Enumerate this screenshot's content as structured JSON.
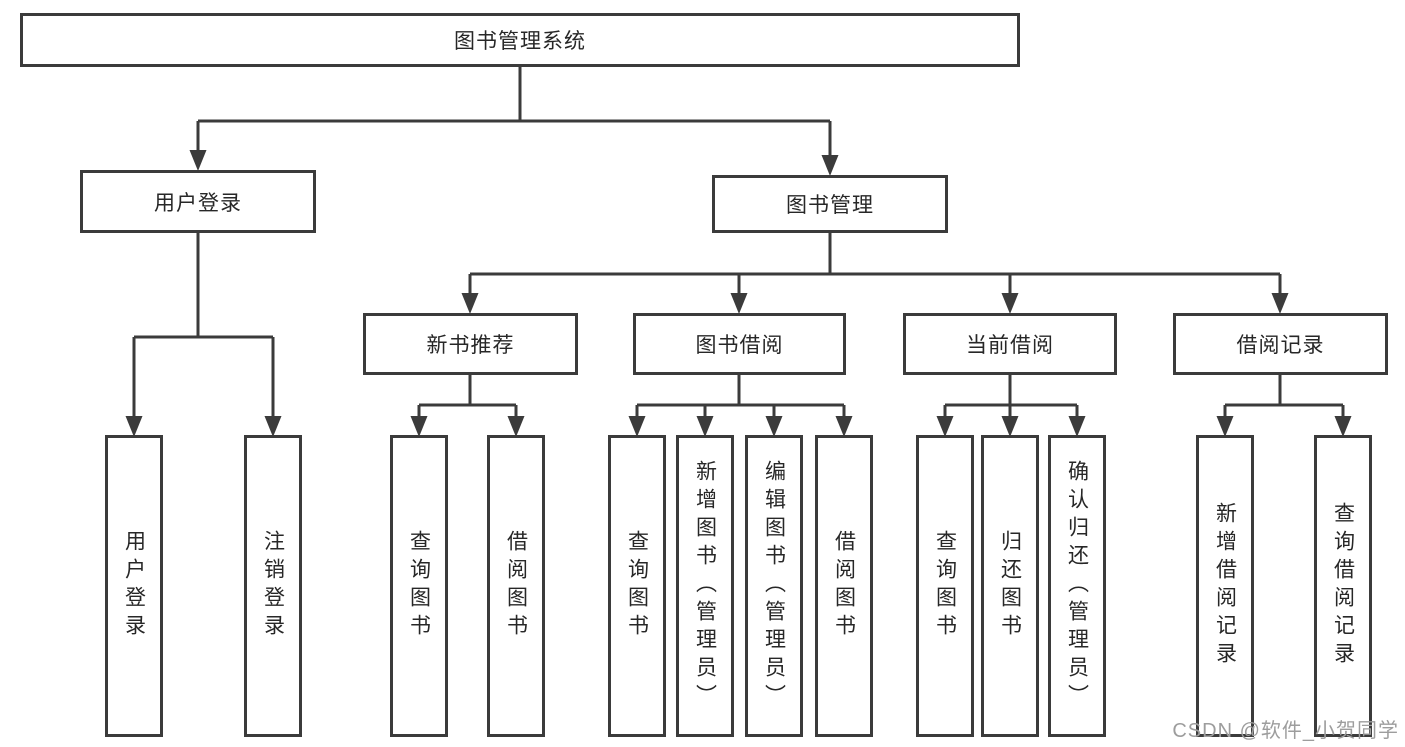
{
  "diagram": {
    "root": {
      "label": "图书管理系统"
    },
    "level2": [
      {
        "label": "用户登录"
      },
      {
        "label": "图书管理"
      }
    ],
    "level3": [
      {
        "label": "新书推荐"
      },
      {
        "label": "图书借阅"
      },
      {
        "label": "当前借阅"
      },
      {
        "label": "借阅记录"
      }
    ],
    "leaves": {
      "user_login": [
        "用户登录",
        "注销登录"
      ],
      "new_book_recommend": [
        "查询图书",
        "借阅图书"
      ],
      "book_borrow": [
        "查询图书",
        "新增图书（管理员）",
        "编辑图书（管理员）",
        "借阅图书"
      ],
      "current_borrow": [
        "查询图书",
        "归还图书",
        "确认归还（管理员）"
      ],
      "borrow_records": [
        "新增借阅记录",
        "查询借阅记录"
      ]
    }
  },
  "watermark": {
    "text": "CSDN @软件_小贺同学"
  },
  "colors": {
    "line": "#3b3b3b",
    "box_border": "#3b3b3b",
    "box_fill": "#ffffff",
    "text": "#272727",
    "watermark": "#9d9d9d",
    "background": "#ffffff"
  }
}
